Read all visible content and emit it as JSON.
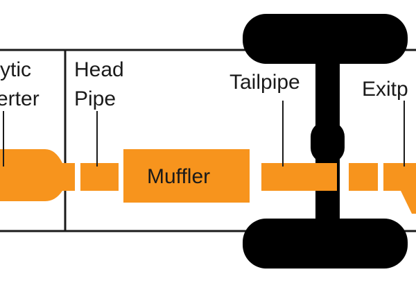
{
  "colors": {
    "exhaust": "#F7941D",
    "tire": "#000000",
    "frame": "#1a1a1a",
    "background": "#ffffff",
    "text": "#1a1a1a"
  },
  "labels": {
    "catalytic_converter_line1": "ytic",
    "catalytic_converter_line2": "erter",
    "head_pipe_line1": "Head",
    "head_pipe_line2": "Pipe",
    "muffler": "Muffler",
    "tailpipe": "Tailpipe",
    "exit_pipe": "Exitp"
  }
}
